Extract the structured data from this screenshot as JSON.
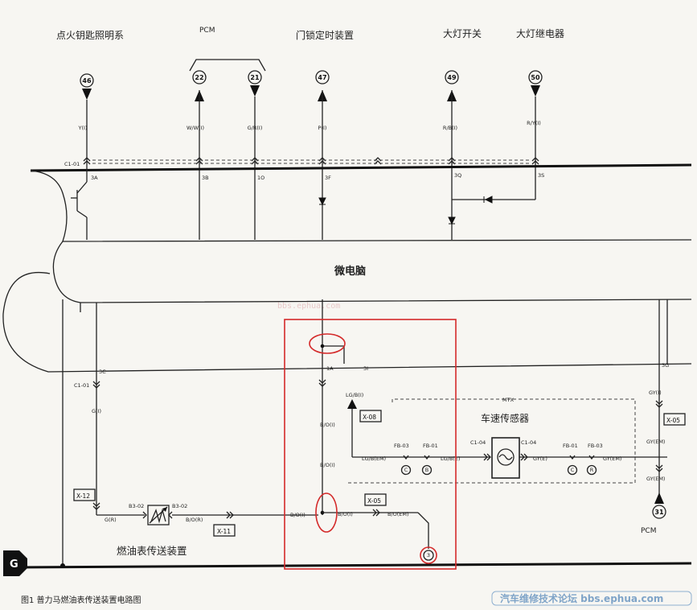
{
  "labels": {
    "ignition_light": "点火钥匙照明系",
    "pcm_top": "PCM",
    "door_lock": "门锁定时装置",
    "headlight_switch": "大灯开关",
    "headlight_relay": "大灯继电器",
    "microcomputer": "微电脑",
    "mtx": "MTX",
    "speed_sensor": "车速传感器",
    "fuel_sender": "燃油表传送装置",
    "pcm_bottom": "PCM",
    "ground": "G"
  },
  "top_pins": [
    {
      "num": "46",
      "wire": "Y(I)",
      "terminal": "3A"
    },
    {
      "num": "22",
      "wire": "W/W(I)",
      "terminal": "3B"
    },
    {
      "num": "21",
      "wire": "G/R(I)",
      "terminal": "1O"
    },
    {
      "num": "47",
      "wire": "P(I)",
      "terminal": "3F"
    },
    {
      "num": "49",
      "wire": "R/B(I)",
      "terminal": "3Q"
    },
    {
      "num": "50",
      "wire": "R/Y(I)",
      "terminal": "3S"
    }
  ],
  "connectors": {
    "c1_01_top": "C1-01",
    "c1_01_left": "C1-01",
    "term_3c": "3C",
    "term_1a": "1A",
    "term_3i": "3I",
    "term_3g": "3G",
    "c1_04_left": "C1-04",
    "c1_04_right": "C1-04",
    "fb03_left": "FB-03",
    "fb01_left": "FB-01",
    "fb01_right": "FB-01",
    "fb03_right": "FB-03",
    "b3_02_left": "B3-02",
    "b3_02_right": "B3-02"
  },
  "boxes": {
    "x08": "X-08",
    "x05_mid": "X-05",
    "x05_right": "X-05",
    "x12": "X-12",
    "x11": "X-11"
  },
  "wires": {
    "g_i_left": "G(I)",
    "g_r_left": "G(R)",
    "b_o_r": "B/O(R)",
    "b_o_i_mid": "B/O(I)",
    "b_o_i_top": "B/O(I)",
    "b_o_i_low": "B/O(I)",
    "b_o_i_join": "B/O(I)",
    "b_o_em": "B/O(EM)",
    "lg_b_i": "LG/B(I)",
    "lg_b_em": "LG/B(EM)",
    "lg_b_e": "LG/B(E)",
    "gy_e": "GY(E)",
    "gy_em_mid": "GY(EM)",
    "gy_i_right": "GY(I)",
    "gy_em_right1": "GY(EM)",
    "gy_em_right2": "GY(EM)"
  },
  "circled": {
    "c": "C",
    "b": "B",
    "r": "R",
    "three": "3",
    "pcm31": "31"
  },
  "caption": "图1  普力马燃油表传送装置电路图",
  "watermark": "汽车维修技术论坛 bbs.ephua.com",
  "ghost_text": "bbs.ephua.com"
}
